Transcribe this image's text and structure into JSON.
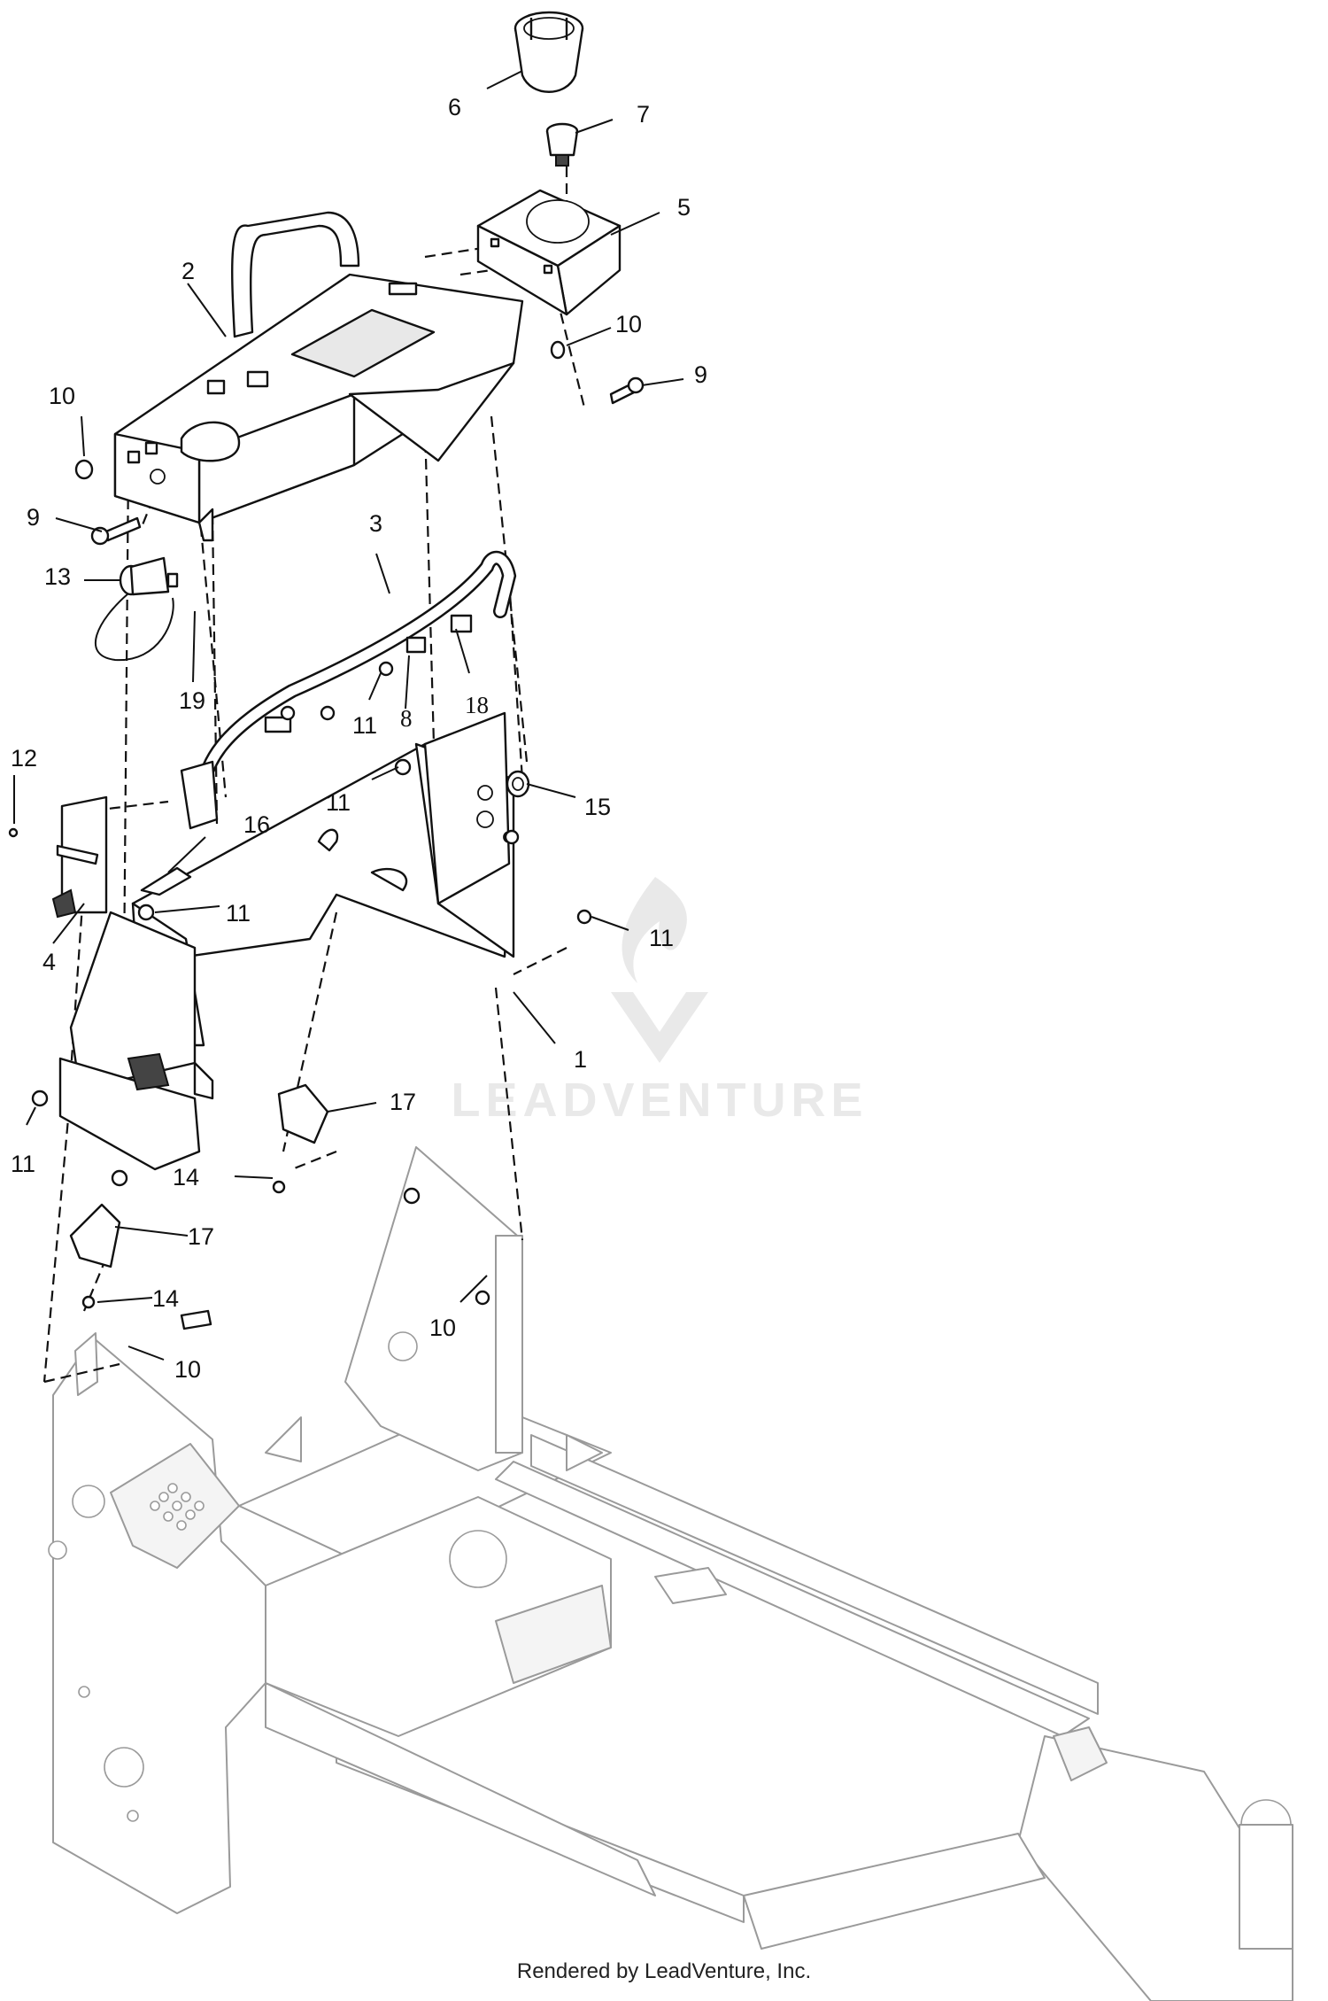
{
  "watermark": {
    "text": "LEADVENTURE"
  },
  "callouts": [
    {
      "id": "c1",
      "text": "1"
    },
    {
      "id": "c2",
      "text": "2"
    },
    {
      "id": "c3",
      "text": "3"
    },
    {
      "id": "c4",
      "text": "4"
    },
    {
      "id": "c5",
      "text": "5"
    },
    {
      "id": "c6",
      "text": "6"
    },
    {
      "id": "c7",
      "text": "7"
    },
    {
      "id": "c8",
      "text": "8"
    },
    {
      "id": "c9a",
      "text": "9"
    },
    {
      "id": "c9b",
      "text": "9"
    },
    {
      "id": "c10a",
      "text": "10"
    },
    {
      "id": "c10b",
      "text": "10"
    },
    {
      "id": "c10c",
      "text": "10"
    },
    {
      "id": "c10d",
      "text": "10"
    },
    {
      "id": "c11a",
      "text": "11"
    },
    {
      "id": "c11b",
      "text": "11"
    },
    {
      "id": "c11c",
      "text": "11"
    },
    {
      "id": "c11d",
      "text": "11"
    },
    {
      "id": "c11e",
      "text": "11"
    },
    {
      "id": "c12",
      "text": "12"
    },
    {
      "id": "c13",
      "text": "13"
    },
    {
      "id": "c14a",
      "text": "14"
    },
    {
      "id": "c14b",
      "text": "14"
    },
    {
      "id": "c15",
      "text": "15"
    },
    {
      "id": "c16",
      "text": "16"
    },
    {
      "id": "c17a",
      "text": "17"
    },
    {
      "id": "c17b",
      "text": "17"
    },
    {
      "id": "c18",
      "text": "18"
    },
    {
      "id": "c19",
      "text": "19"
    }
  ],
  "footer": {
    "text": "Rendered by LeadVenture, Inc."
  }
}
